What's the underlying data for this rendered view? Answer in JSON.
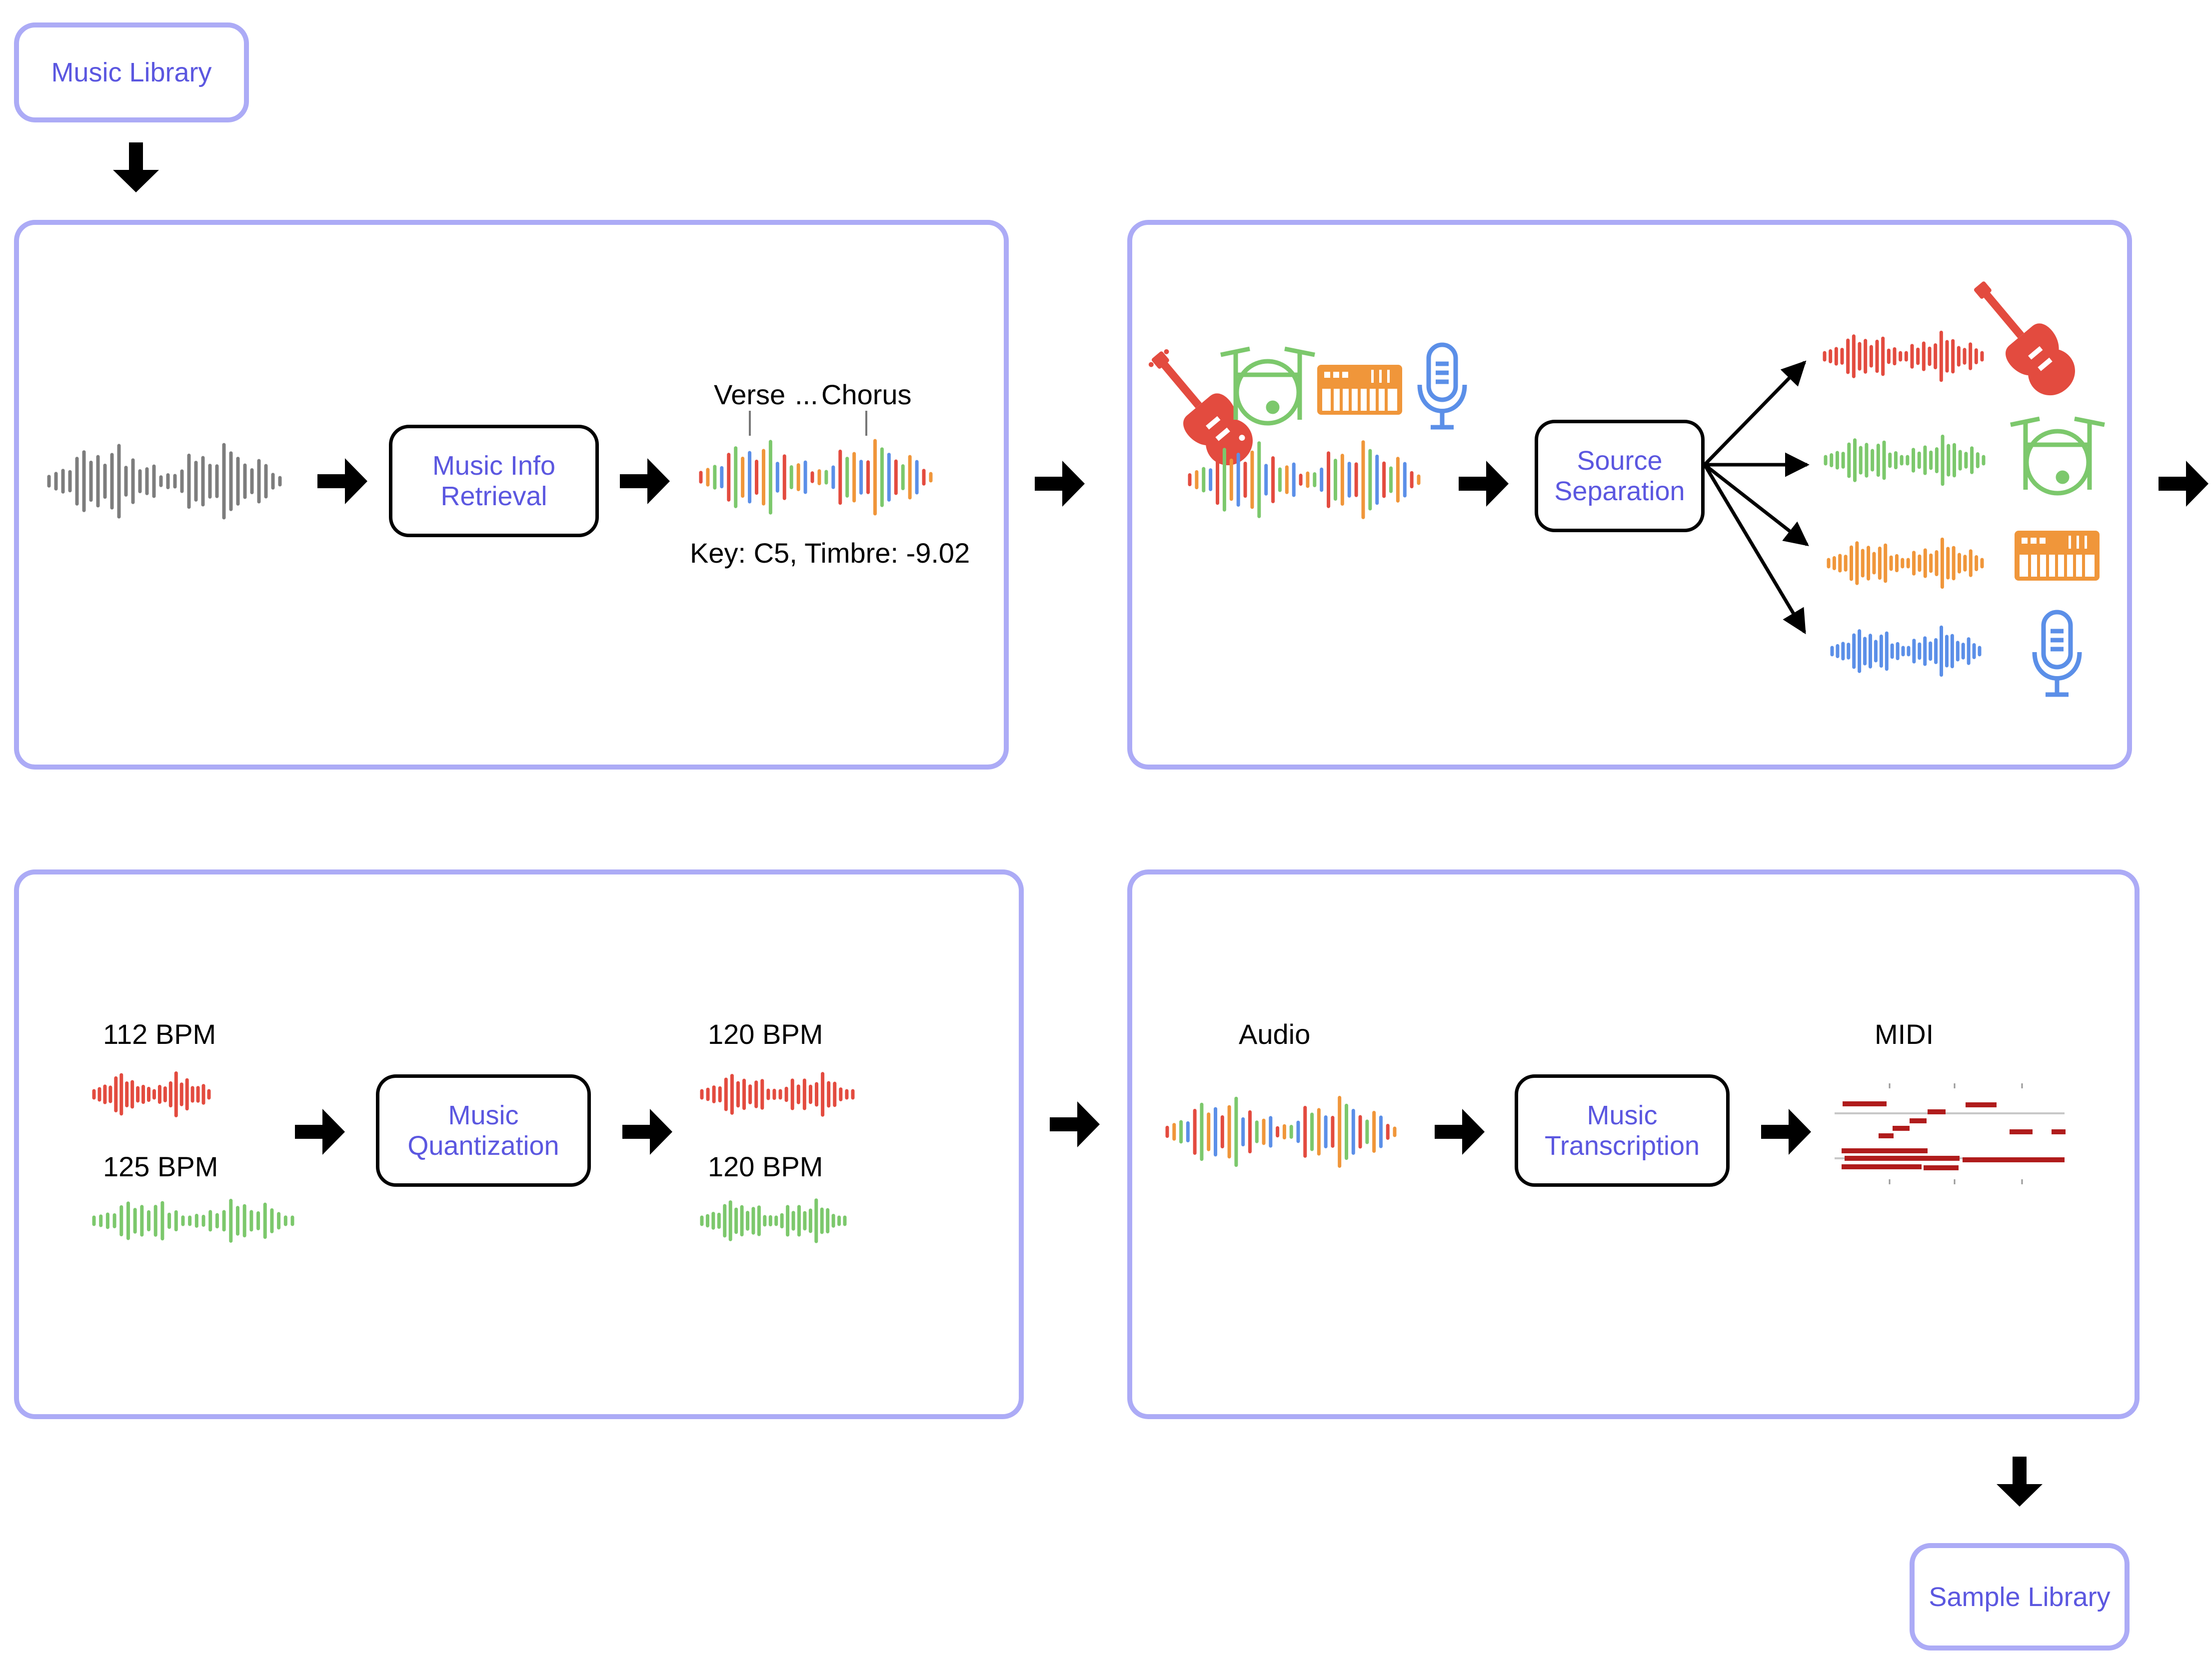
{
  "colors": {
    "panel_border": "#acabf6",
    "process_text": "#5b57e0",
    "red": "#e34b3f",
    "green": "#7cc86c",
    "orange": "#f0963a",
    "blue": "#5b8fe8",
    "gray": "#7d7d7d",
    "midi_note": "#b01c1c"
  },
  "endpoints": {
    "source": "Music Library",
    "sink": "Sample Library"
  },
  "stage_mir": {
    "process": "Music Info\nRetrieval",
    "label_verse": "Verse",
    "label_ellipsis": "...",
    "label_chorus": "Chorus",
    "result": "Key: C5, Timbre: -9.02"
  },
  "stage_separation": {
    "process": "Source\nSeparation",
    "instruments": [
      "guitar-icon",
      "drum-kit-icon",
      "keyboard-icon",
      "microphone-icon"
    ]
  },
  "stage_quantization": {
    "process": "Music\nQuantization",
    "input_bpm_1": "112 BPM",
    "input_bpm_2": "125 BPM",
    "output_bpm_1": "120 BPM",
    "output_bpm_2": "120 BPM"
  },
  "stage_transcription": {
    "process": "Music\nTranscription",
    "input_label": "Audio",
    "output_label": "MIDI"
  }
}
